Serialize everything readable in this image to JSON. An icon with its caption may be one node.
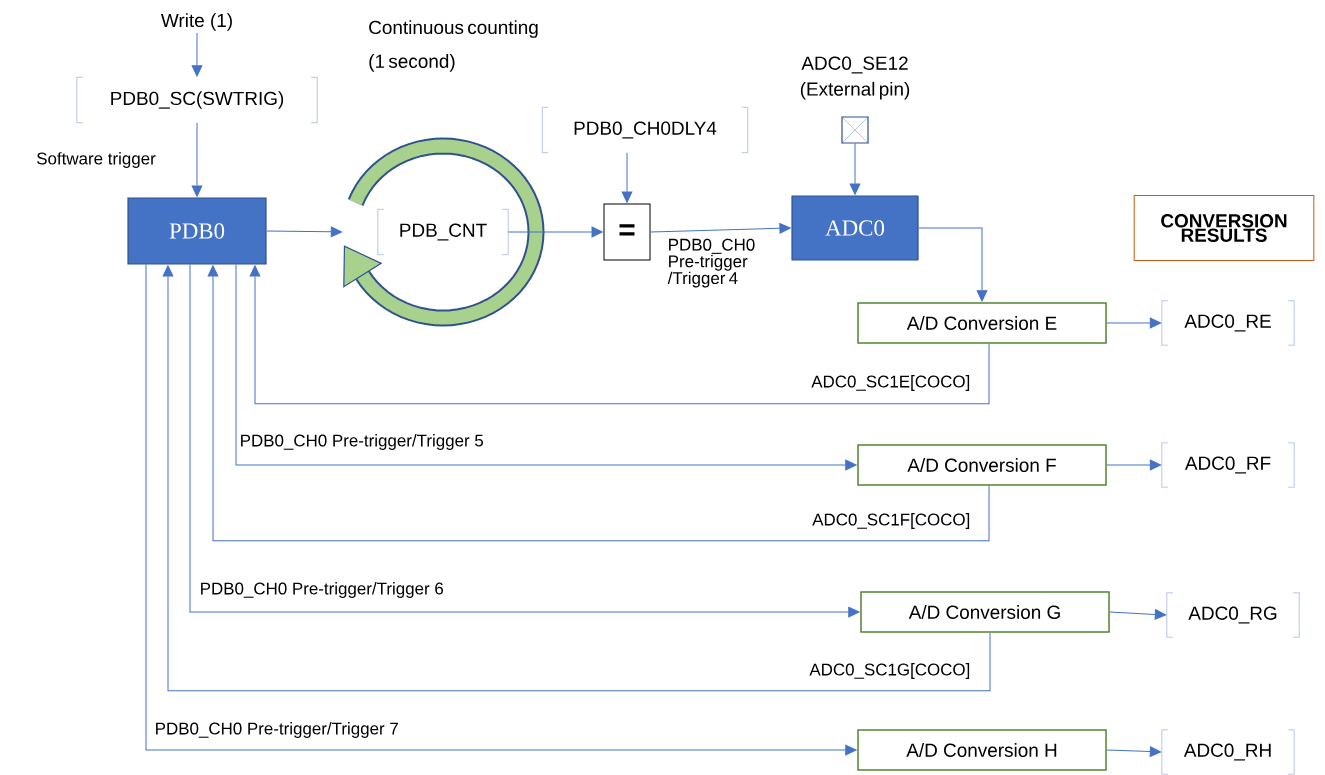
{
  "diagram": {
    "nodes": [
      {
        "text": [
          "Write (1)"
        ]
      },
      {
        "text": [
          "PDB0_SC(SWTRIG)"
        ]
      },
      {
        "text": [
          "PDB0"
        ]
      },
      {
        "text": [],
        "shape": "circle"
      },
      {
        "text": [
          "PDB_CNT"
        ],
        "in": 3
      },
      {
        "text": [
          "PDB0_CH0DLY4"
        ]
      },
      {
        "text": [
          "="
        ]
      },
      {
        "text": [],
        "shape": "box",
        "beside": [
          "ADC0_SE12 (External pin)"
        ]
      },
      {
        "text": [
          "ADC0"
        ]
      },
      {
        "text": [
          "CONVERSION RESULTS"
        ]
      },
      {
        "text": [
          "A/D Conversion E"
        ]
      },
      {
        "text": [
          "A/D Conversion F"
        ]
      },
      {
        "text": [
          "A/D Conversion G"
        ]
      },
      {
        "text": [
          "A/D Conversion H"
        ]
      },
      {
        "text": [
          "ADC0_RE"
        ]
      },
      {
        "text": [
          "ADC0_RF"
        ]
      },
      {
        "text": [
          "ADC0_RG"
        ]
      },
      {
        "text": [
          "ADC0_RH"
        ]
      }
    ],
    "edges": [
      {
        "from": 0,
        "to": 1,
        "arrow": "to"
      },
      {
        "from": 1,
        "to": 2,
        "arrow": "to",
        "label": "Software trigger"
      },
      {
        "from": 2,
        "to": 3,
        "arrow": "to"
      },
      {
        "from": 4,
        "to": 6,
        "arrow": "to"
      },
      {
        "from": 5,
        "to": 6,
        "arrow": "to"
      },
      {
        "from": 6,
        "to": 8,
        "arrow": "to",
        "label": "PDB0_CH0 Pre-trigger /Trigger 4"
      },
      {
        "from": 7,
        "to": 8,
        "arrow": "to"
      },
      {
        "from": 8,
        "to": 10,
        "arrow": "to"
      },
      {
        "from": 10,
        "to": 14,
        "arrow": "to"
      },
      {
        "from": 10,
        "to": 2,
        "arrow": "to",
        "label": "ADC0_SC1E[COCO]"
      },
      {
        "from": 2,
        "to": 11,
        "arrow": "to",
        "label": "PDB0_CH0 Pre-trigger/Trigger 5"
      },
      {
        "from": 11,
        "to": 15,
        "arrow": "to"
      },
      {
        "from": 11,
        "to": 2,
        "arrow": "to",
        "label": "ADC0_SC1F[COCO]"
      },
      {
        "from": 2,
        "to": 12,
        "arrow": "to",
        "label": "PDB0_CH0 Pre-trigger/Trigger 6"
      },
      {
        "from": 12,
        "to": 16,
        "arrow": "to"
      },
      {
        "from": 12,
        "to": 2,
        "arrow": "to",
        "label": "ADC0_SC1G[COCO]"
      },
      {
        "from": 2,
        "to": 13,
        "arrow": "to",
        "label": "PDB0_CH0 Pre-trigger/Trigger 7"
      },
      {
        "from": 13,
        "to": 17,
        "arrow": "to"
      }
    ],
    "labels": [
      "Continuous counting (1 second)"
    ]
  }
}
